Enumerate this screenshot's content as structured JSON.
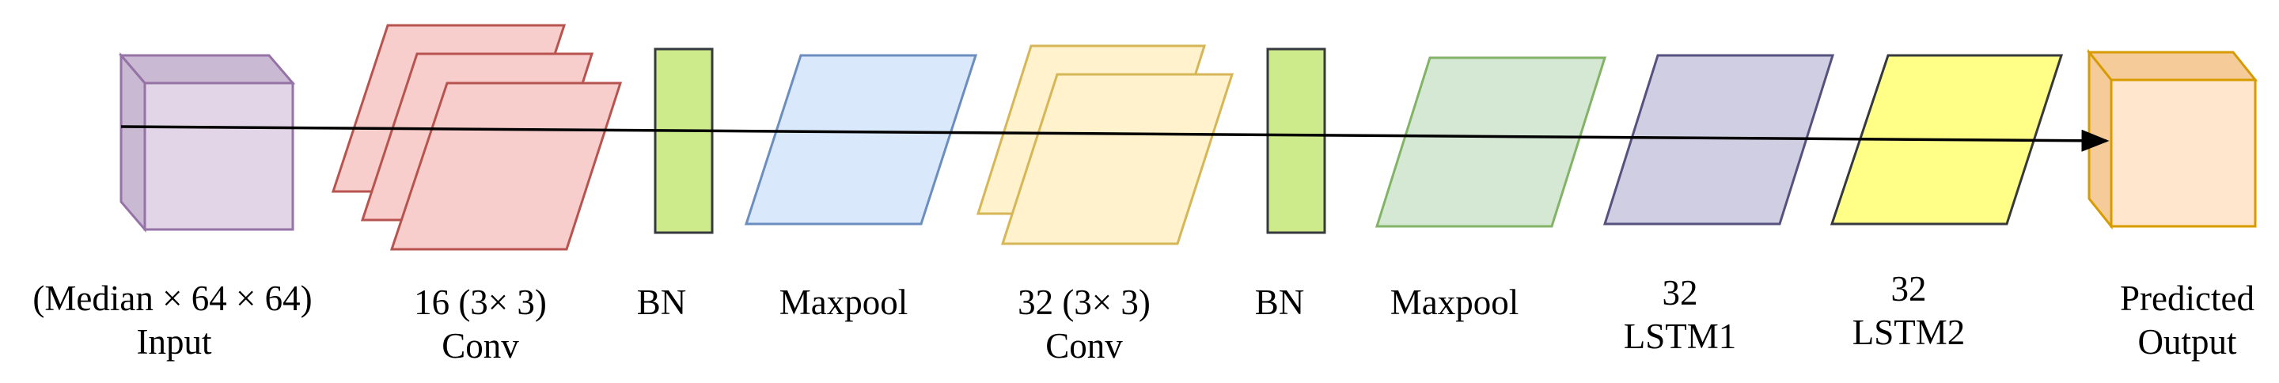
{
  "diagram": {
    "blocks": [
      {
        "id": "input",
        "lines": [
          "(Median × 64 × 64)",
          "Input"
        ],
        "fill": "#e1d5e7",
        "side": "#c9b9d3",
        "stroke": "#9673a6"
      },
      {
        "id": "conv1",
        "lines": [
          "16 (3× 3)",
          "Conv"
        ],
        "fill": "#f8cecc",
        "stroke": "#b85450"
      },
      {
        "id": "bn1",
        "lines": [
          "BN"
        ],
        "fill": "#cdeb8b",
        "stroke": "#36393d"
      },
      {
        "id": "maxpool1",
        "lines": [
          "Maxpool"
        ],
        "fill": "#dae8fc",
        "stroke": "#6c8ebf"
      },
      {
        "id": "conv2",
        "lines": [
          "32 (3× 3)",
          "Conv"
        ],
        "fill": "#fff2cc",
        "stroke": "#d6b656"
      },
      {
        "id": "bn2",
        "lines": [
          "BN"
        ],
        "fill": "#cdeb8b",
        "stroke": "#36393d"
      },
      {
        "id": "maxpool2",
        "lines": [
          "Maxpool"
        ],
        "fill": "#d5e8d4",
        "stroke": "#82b366"
      },
      {
        "id": "lstm1",
        "lines": [
          "32",
          "LSTM1"
        ],
        "fill": "#d0cee2",
        "stroke": "#56517e"
      },
      {
        "id": "lstm2",
        "lines": [
          "32",
          "LSTM2"
        ],
        "fill": "#ffff88",
        "stroke": "#36393d"
      },
      {
        "id": "output",
        "lines": [
          "Predicted",
          "Output"
        ],
        "fill": "#ffe6cc",
        "side": "#f5cc99",
        "stroke": "#d79b00"
      }
    ],
    "arrow_color": "#000000"
  }
}
